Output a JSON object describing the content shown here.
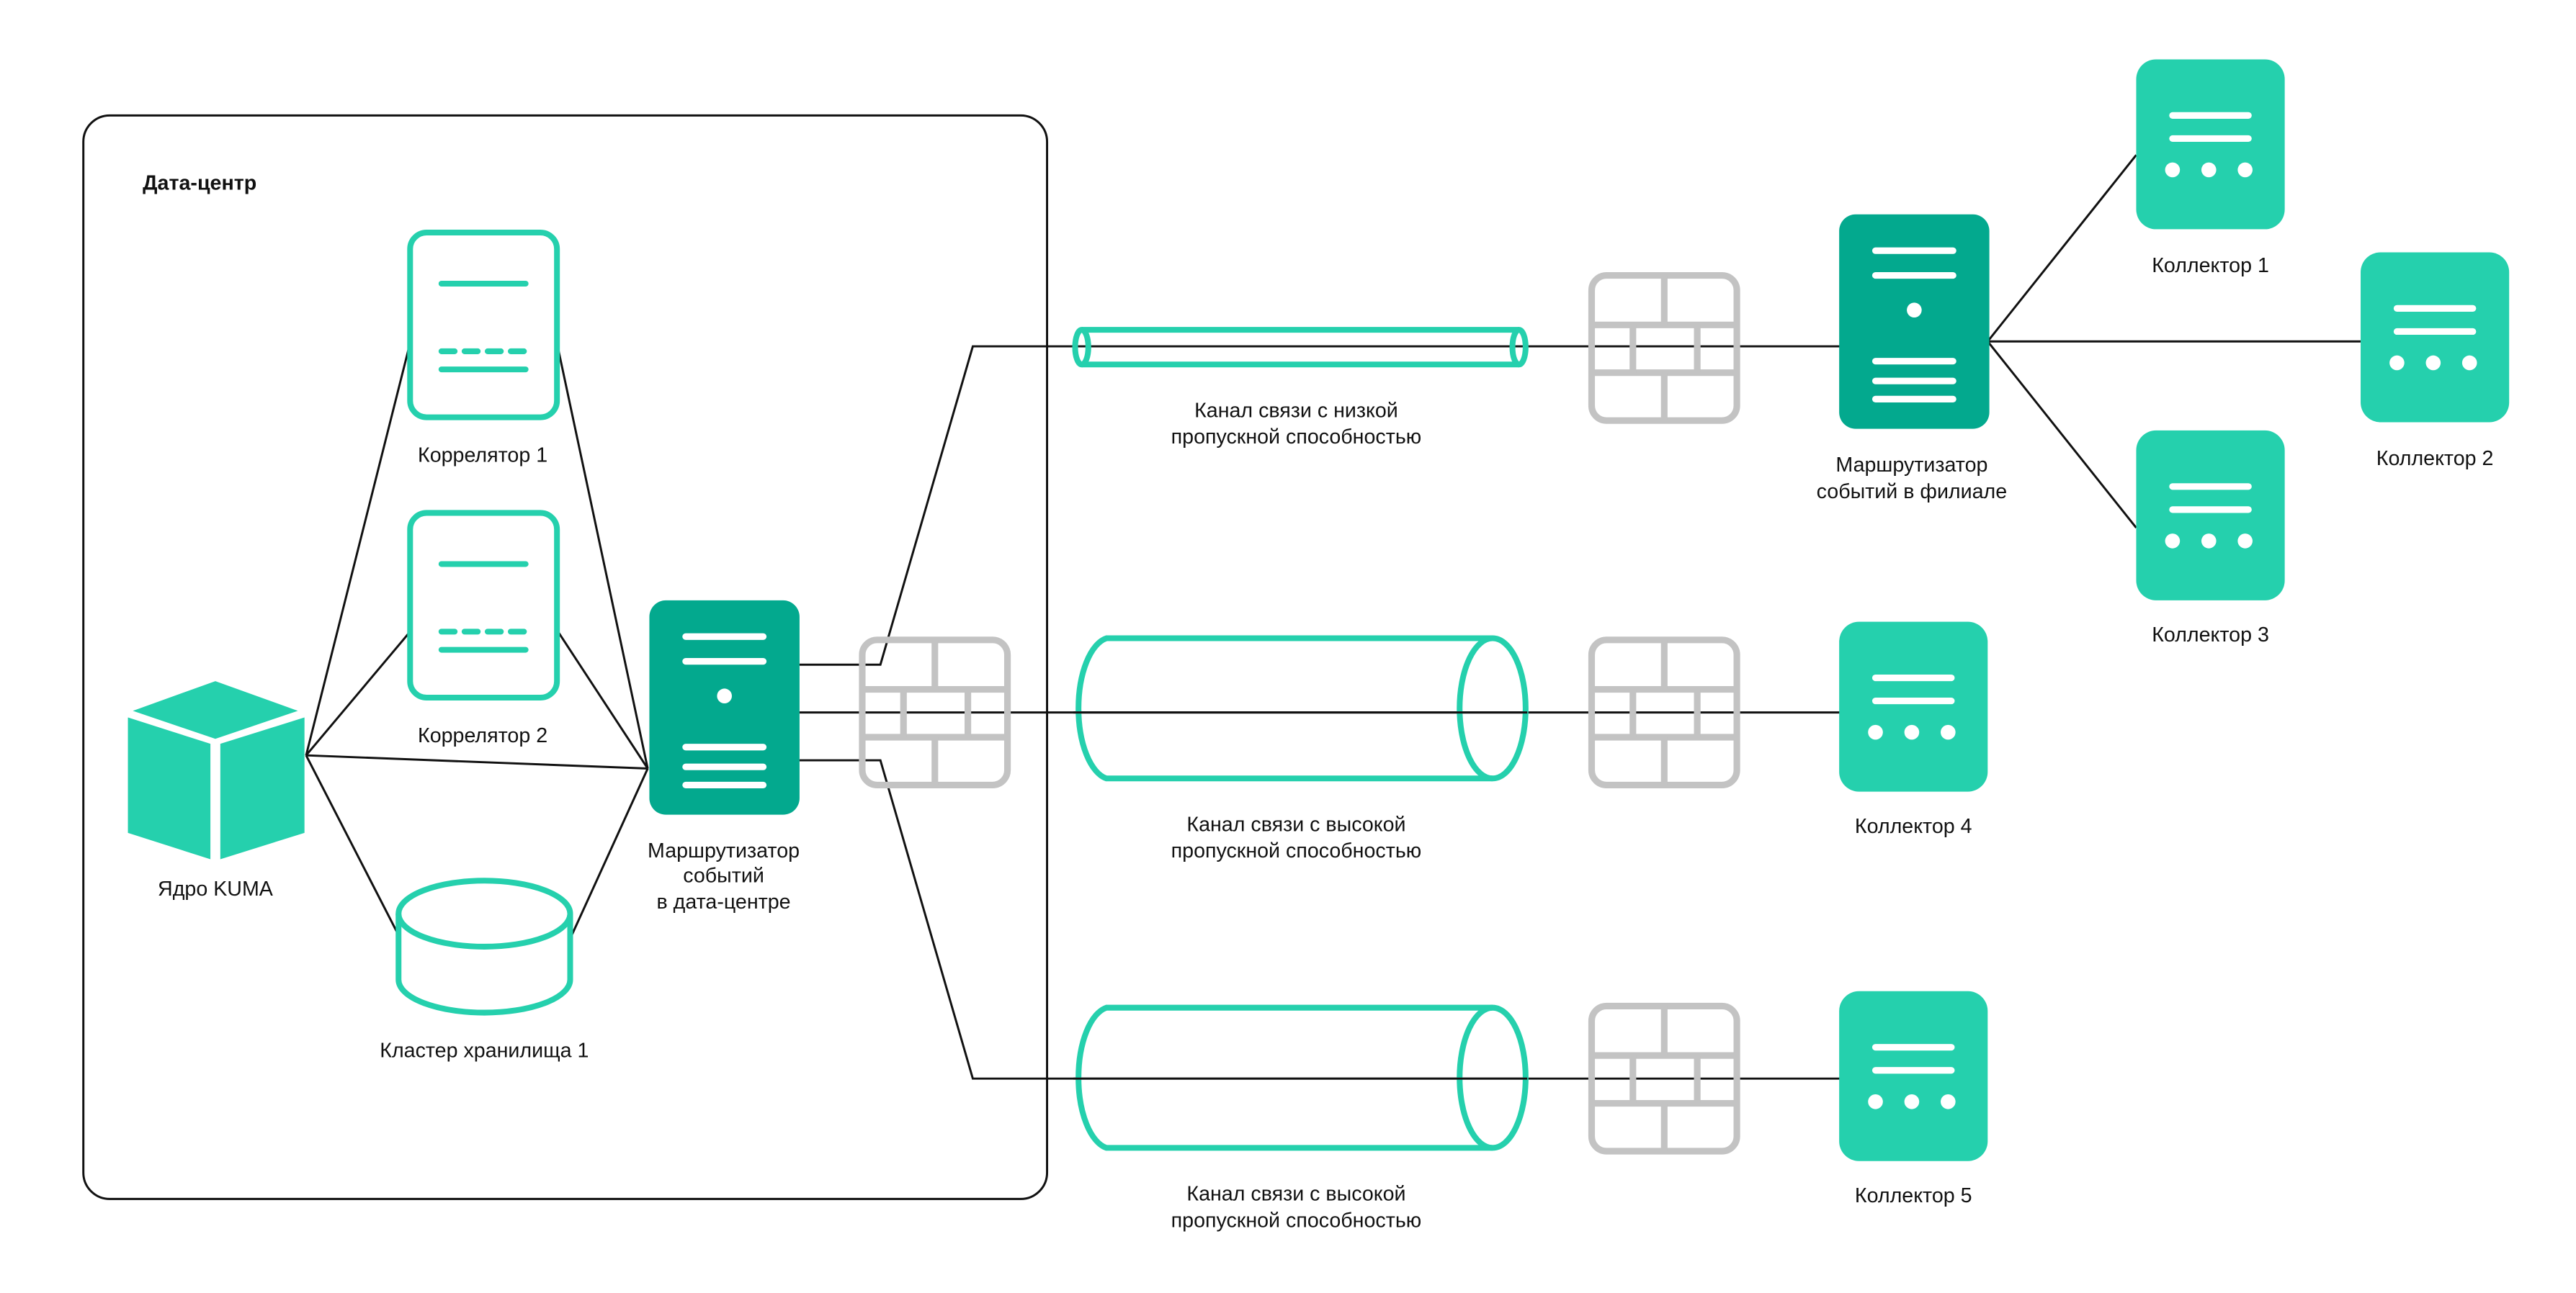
{
  "colors": {
    "primary": "#25d0ad",
    "dark": "#03a98e",
    "firewall": "#c3c3c3",
    "line": "#111111"
  },
  "datacenter": {
    "title": "Дата-центр",
    "core": {
      "label": "Ядро KUMA",
      "icon": "cube-icon"
    },
    "correlators": [
      {
        "label": "Коррелятор 1"
      },
      {
        "label": "Коррелятор 2"
      }
    ],
    "storage": {
      "label": "Кластер хранилища 1",
      "icon": "database-icon"
    },
    "router": {
      "label_lines": [
        "Маршрутизатор",
        "событий",
        "в дата-центре"
      ],
      "icon": "server-icon"
    }
  },
  "channels": [
    {
      "label_lines": [
        "Канал связи с низкой",
        "пропускной способностью"
      ]
    },
    {
      "label_lines": [
        "Канал связи с высокой",
        "пропускной способностью"
      ]
    },
    {
      "label_lines": [
        "Канал связи с высокой",
        "пропускной способностью"
      ]
    }
  ],
  "branch_router": {
    "label_lines": [
      "Маршрутизатор",
      "событий в филиале"
    ]
  },
  "collectors": [
    {
      "label": "Коллектор 1"
    },
    {
      "label": "Коллектор 2"
    },
    {
      "label": "Коллектор 3"
    },
    {
      "label": "Коллектор 4"
    },
    {
      "label": "Коллектор 5"
    }
  ]
}
